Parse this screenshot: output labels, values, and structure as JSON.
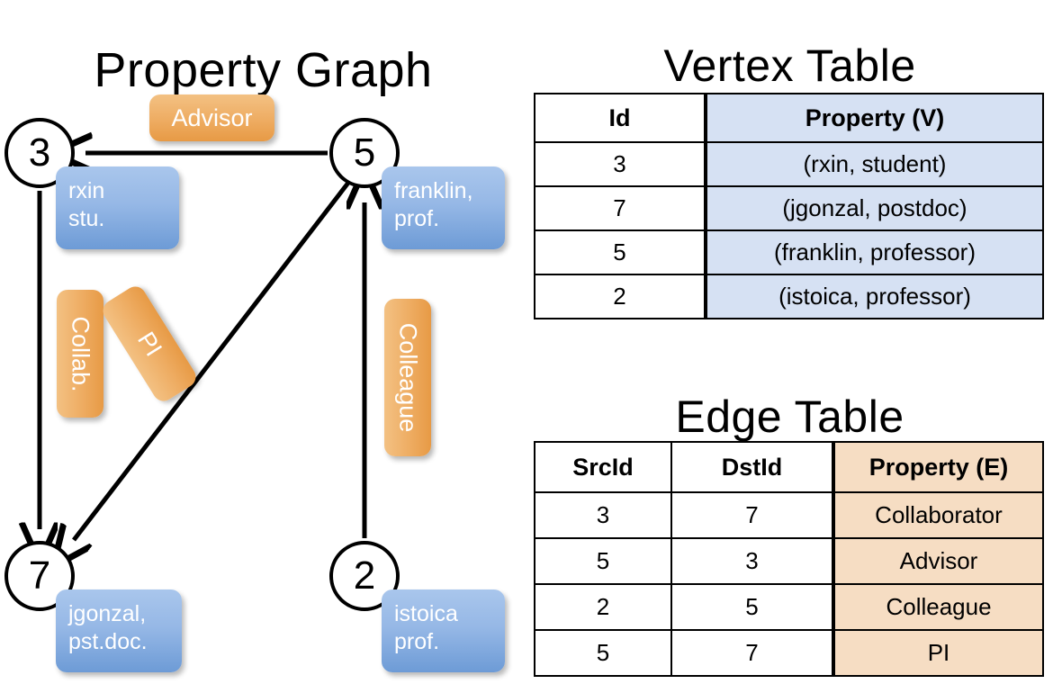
{
  "titles": {
    "property_graph": "Property Graph",
    "vertex_table": "Vertex Table",
    "edge_table": "Edge Table"
  },
  "graph": {
    "nodes": [
      {
        "id": "3",
        "label": "3",
        "property_line1": "rxin",
        "property_line2": "stu."
      },
      {
        "id": "5",
        "label": "5",
        "property_line1": "franklin,",
        "property_line2": "prof."
      },
      {
        "id": "7",
        "label": "7",
        "property_line1": "jgonzal,",
        "property_line2": "pst.doc."
      },
      {
        "id": "2",
        "label": "2",
        "property_line1": "istoica",
        "property_line2": "prof."
      }
    ],
    "edge_labels": {
      "advisor": "Advisor",
      "collab": "Collab.",
      "pi": "PI",
      "colleague": "Colleague"
    },
    "edges": [
      {
        "src": "5",
        "dst": "3",
        "label": "Advisor"
      },
      {
        "src": "3",
        "dst": "7",
        "label": "Collab."
      },
      {
        "src": "5",
        "dst": "7",
        "label": "PI"
      },
      {
        "src": "2",
        "dst": "5",
        "label": "Colleague"
      }
    ]
  },
  "vertex_table": {
    "headers": [
      "Id",
      "Property (V)"
    ],
    "rows": [
      {
        "id": "3",
        "property": "(rxin, student)"
      },
      {
        "id": "7",
        "property": "(jgonzal, postdoc)"
      },
      {
        "id": "5",
        "property": "(franklin, professor)"
      },
      {
        "id": "2",
        "property": "(istoica, professor)"
      }
    ]
  },
  "edge_table": {
    "headers": [
      "SrcId",
      "DstId",
      "Property (E)"
    ],
    "rows": [
      {
        "src": "3",
        "dst": "7",
        "property": "Collaborator"
      },
      {
        "src": "5",
        "dst": "3",
        "property": "Advisor"
      },
      {
        "src": "2",
        "dst": "5",
        "property": "Colleague"
      },
      {
        "src": "5",
        "dst": "7",
        "property": "PI"
      }
    ]
  },
  "colors": {
    "vertex_property_fill": "#d6e1f3",
    "edge_property_fill": "#f6ddc3",
    "node_chip_blue": "#6d9bd6",
    "edge_chip_orange": "#e79a45",
    "stroke": "#000000",
    "background": "#ffffff"
  }
}
